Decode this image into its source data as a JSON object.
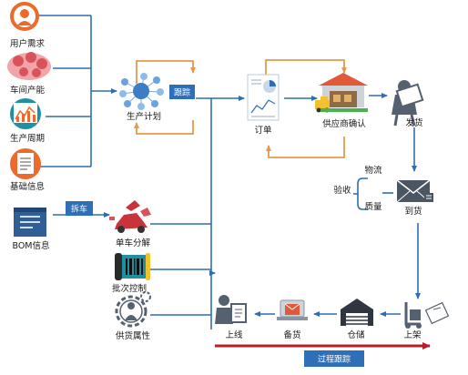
{
  "inputs": {
    "user_demand": "用户需求",
    "shop_capacity": "车间产能",
    "production_cycle": "生产周期",
    "basic_info": "基础信息",
    "bom_info": "BOM信息"
  },
  "nodes": {
    "production_plan": "生产计划",
    "order": "订单",
    "supplier_confirm": "供应商确认",
    "shipping": "发货",
    "arrival": "到货",
    "vehicle_breakdown": "单车分解",
    "batch_control": "批次控制",
    "supply_attribute": "供货属性",
    "online": "上线",
    "picking": "备货",
    "storage": "仓储",
    "shelving": "上架"
  },
  "inspection": {
    "acceptance": "验收",
    "logistics": "物流",
    "quality": "质量"
  },
  "tags": {
    "tracking": "跟踪",
    "disassemble": "拆车",
    "process_tracking": "过程跟踪"
  },
  "colors": {
    "flow_arrow": "#2e6db4",
    "feedback_loop": "#e39a4c",
    "tag_fill": "#2f6fb7",
    "timeline_red": "#b3202a",
    "icon_orange": "#ec6a2c",
    "icon_teal": "#1f8fa3"
  }
}
